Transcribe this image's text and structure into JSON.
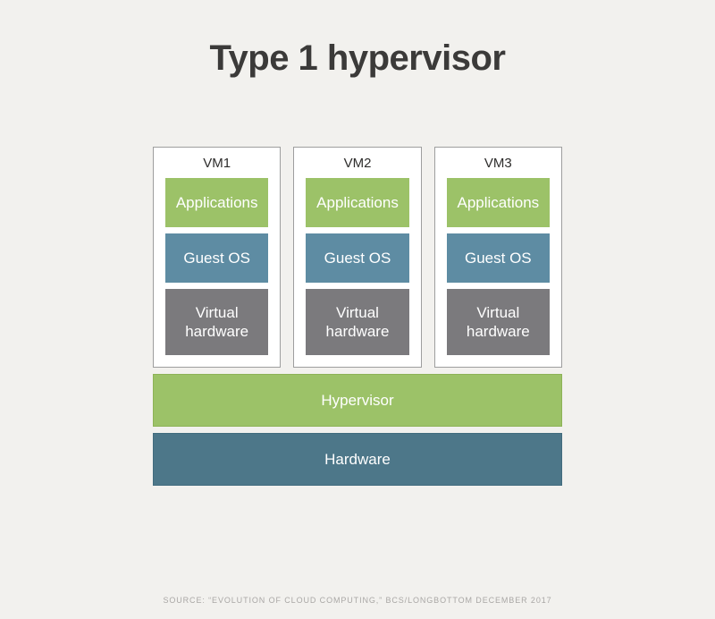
{
  "title": "Type 1 hypervisor",
  "vms": [
    {
      "name": "VM1",
      "layers": [
        {
          "label": "Applications"
        },
        {
          "label": "Guest OS"
        },
        {
          "label": "Virtual hardware"
        }
      ]
    },
    {
      "name": "VM2",
      "layers": [
        {
          "label": "Applications"
        },
        {
          "label": "Guest OS"
        },
        {
          "label": "Virtual hardware"
        }
      ]
    },
    {
      "name": "VM3",
      "layers": [
        {
          "label": "Applications"
        },
        {
          "label": "Guest OS"
        },
        {
          "label": "Virtual hardware"
        }
      ]
    }
  ],
  "hypervisor_label": "Hypervisor",
  "hardware_label": "Hardware",
  "source": "SOURCE: “EVOLUTION OF CLOUD COMPUTING,” BCS/LONGBOTTOM DECEMBER 2017",
  "colors": {
    "background": "#f2f1ee",
    "green": "#9cc268",
    "blue": "#5e8ca3",
    "gray": "#7b7a7d",
    "dark_blue": "#4d7789",
    "title_text": "#3b3a39",
    "vm_border": "#9e9e9e",
    "source_text": "#a9a7a5"
  }
}
